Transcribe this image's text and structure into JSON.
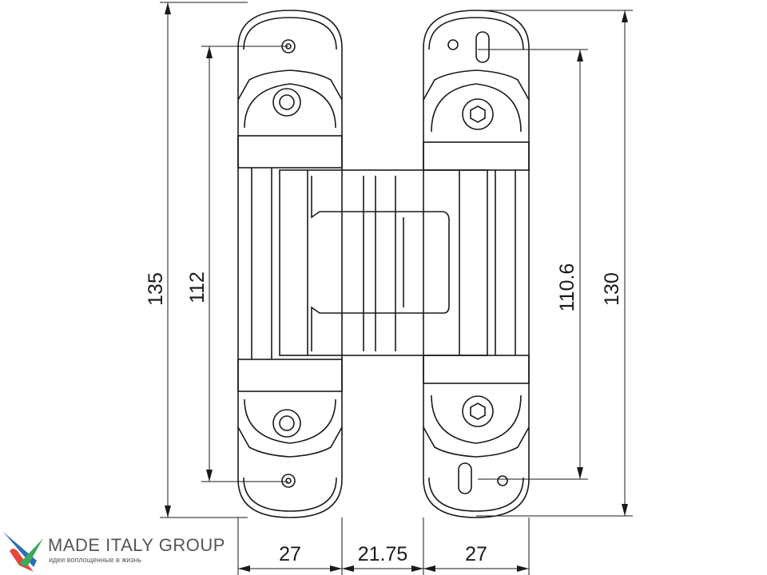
{
  "drawing": {
    "title": "Concealed hinge dimensions",
    "dimensions": {
      "overall_height_left": "135",
      "hole_spacing_left": "112",
      "hole_spacing_right": "110.6",
      "overall_height_right": "130",
      "left_leaf_width": "27",
      "center_gap": "21.75",
      "right_leaf_width": "27"
    }
  },
  "logo": {
    "name": "MADE ITALY GROUP",
    "tagline": "идеи воплощенные в жизнь",
    "colors": {
      "blue": "#2a6fb5",
      "red": "#e8453c",
      "green": "#3aaa5c"
    }
  }
}
